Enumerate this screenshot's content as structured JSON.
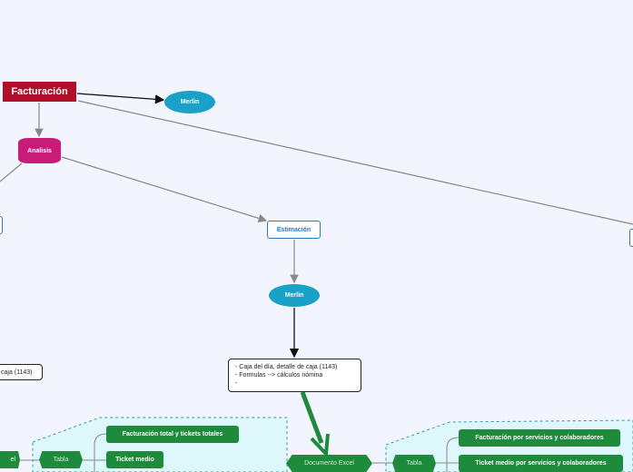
{
  "colors": {
    "background": "#f2f5fe",
    "root": "#b0102a",
    "ellipse": "#1aa1c7",
    "analisis": "#c81c78",
    "outline_blue": "#2b78c0",
    "green": "#1e8a3c",
    "region_fill": "#ddf7fb",
    "region_border": "#3a9a9a"
  },
  "nodes": {
    "root": "Facturación",
    "merlin_top": "Merlin",
    "analisis": "Analisis",
    "estimacion": "Estimación",
    "merlin_mid": "Merlin",
    "note_left": "caja (1143)",
    "note_main": [
      "- Caja del día, detalle de caja (1143)",
      "- Formulas --> cálculos nómina",
      "-"
    ],
    "excel_left": "el",
    "tabla_left": "Tabla",
    "leaf_fact_left": "Facturación total y tickets totales",
    "leaf_ticket_left": "Ticket medio",
    "doc_excel": "Documento Excel",
    "tabla_mid": "Tabla",
    "leaf_fact_right": "Facturación por servicios y colaboradores",
    "leaf_ticket_right": "Ticket medio por servicios y colaboradores"
  }
}
